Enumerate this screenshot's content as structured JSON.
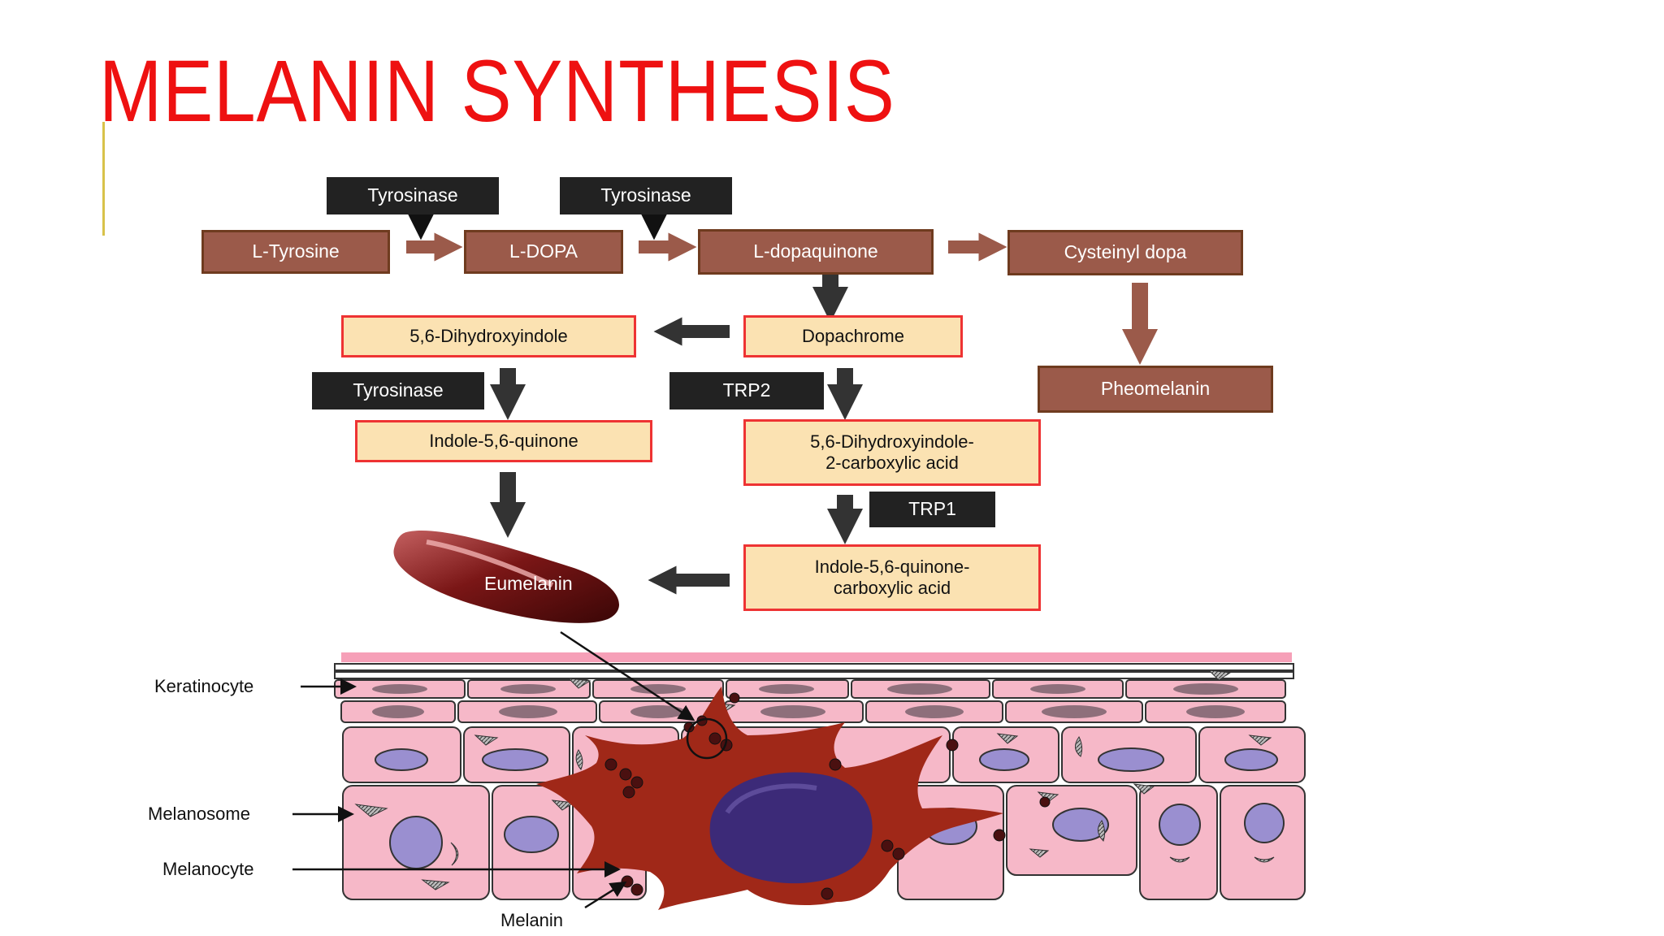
{
  "slide": {
    "title": "MELANIN SYNTHESIS"
  },
  "diagram": {
    "enzymes": {
      "tyrosinase_1": "Tyrosinase",
      "tyrosinase_2": "Tyrosinase",
      "tyrosinase_3": "Tyrosinase",
      "trp2": "TRP2",
      "trp1": "TRP1"
    },
    "compounds": {
      "l_tyrosine": "L-Tyrosine",
      "l_dopa": "L-DOPA",
      "l_dopaquinone": "L-dopaquinone",
      "cysteinyl_dopa": "Cysteinyl dopa",
      "pheomelanin": "Pheomelanin",
      "dihydroxyindole": "5,6-Dihydroxyindole",
      "dopachrome": "Dopachrome",
      "indole_quinone": "Indole-5,6-quinone",
      "dhica": "5,6-Dihydroxyindole-\n2-carboxylic acid",
      "iqca": "Indole-5,6-quinone-\ncarboxylic acid",
      "eumelanin": "Eumelanin"
    },
    "skin_labels": {
      "keratinocyte": "Keratinocyte",
      "melanosome": "Melanosome",
      "melanocyte": "Melanocyte",
      "melanin": "Melanin"
    },
    "colors": {
      "title": "#ee1111",
      "enzyme_box": "#222222",
      "brown_box": "#9b5a4a",
      "pale_box": "#fbe2b2",
      "pale_border": "#ee3333",
      "cell": "#f6b8c8",
      "nucleus": "#9a8fd0",
      "melanocyte": "#a02818"
    }
  }
}
